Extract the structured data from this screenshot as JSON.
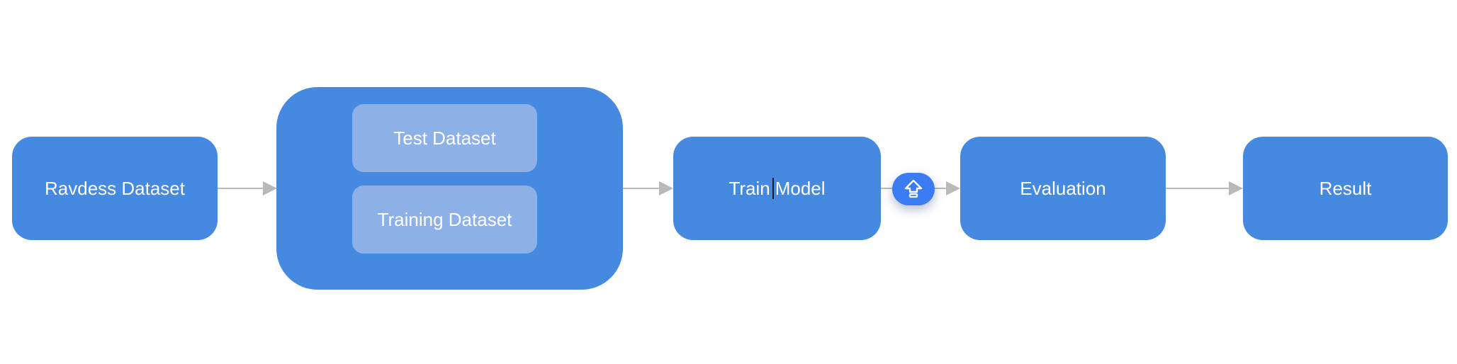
{
  "nodes": {
    "ravdess": "Ravdess Dataset",
    "test": "Test Dataset",
    "training": "Training Dataset",
    "train_model_part1": "Train",
    "train_model_part2": "Model",
    "evaluation": "Evaluation",
    "result": "Result"
  },
  "toolbar": {
    "float_button_icon": "upload-arrow-icon"
  },
  "colors": {
    "node_fill": "#4589e0",
    "subnode_fill": "#8db0e6",
    "edge": "#b9b9b9",
    "accent": "#3b7cf2",
    "text": "#ffffff"
  }
}
